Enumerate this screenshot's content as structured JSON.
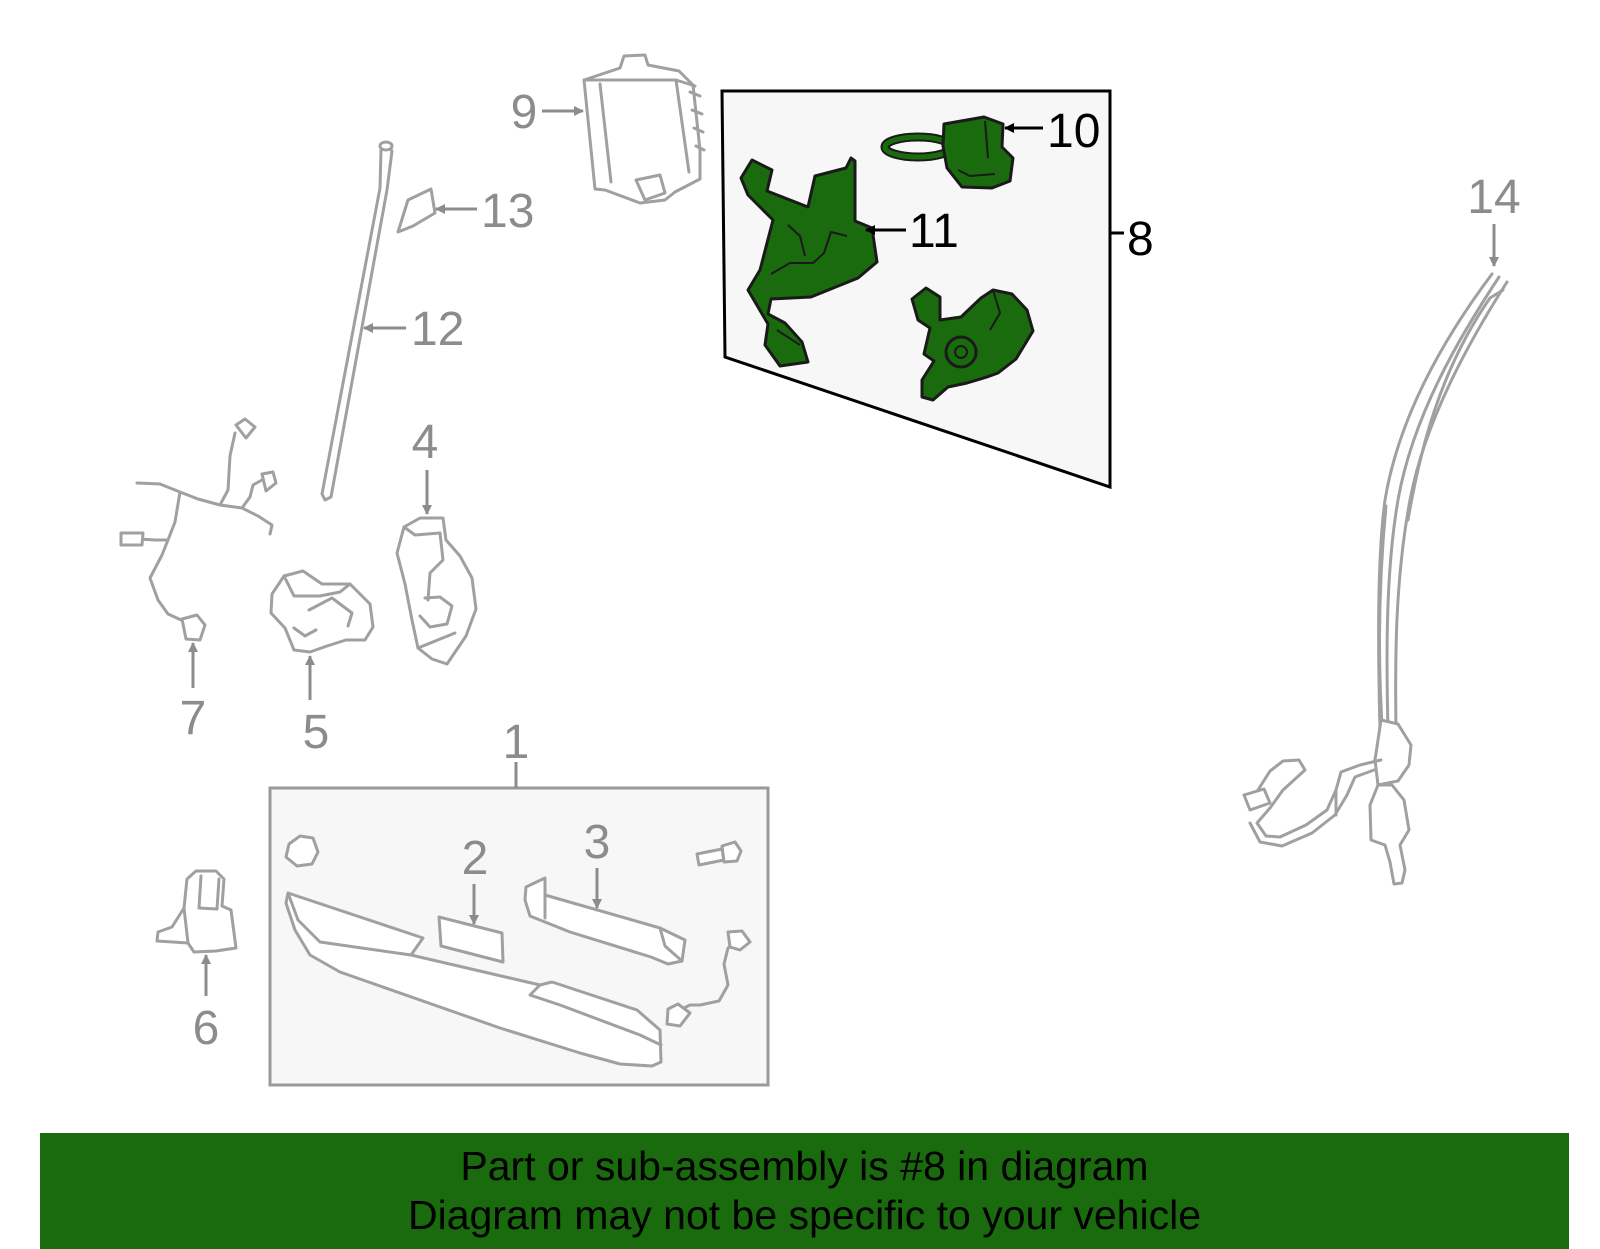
{
  "colors": {
    "highlight_part": "#1a6b0e",
    "callout_gray": "#8c8c8c",
    "callout_black": "#000000",
    "banner_bg": "#1a6b0e",
    "box_fill": "#f7f7f7",
    "box_stroke_highlight": "#000000",
    "box_stroke_normal": "#9a9a9a"
  },
  "callouts": {
    "c1": "1",
    "c2": "2",
    "c3": "3",
    "c4": "4",
    "c5": "5",
    "c6": "6",
    "c7": "7",
    "c8": "8",
    "c9": "9",
    "c10": "10",
    "c11": "11",
    "c12": "12",
    "c13": "13",
    "c14": "14"
  },
  "highlighted_part": "8",
  "banner": {
    "line1": "Part or sub-assembly is #8 in diagram",
    "line2": "Diagram may not be specific to your vehicle"
  }
}
